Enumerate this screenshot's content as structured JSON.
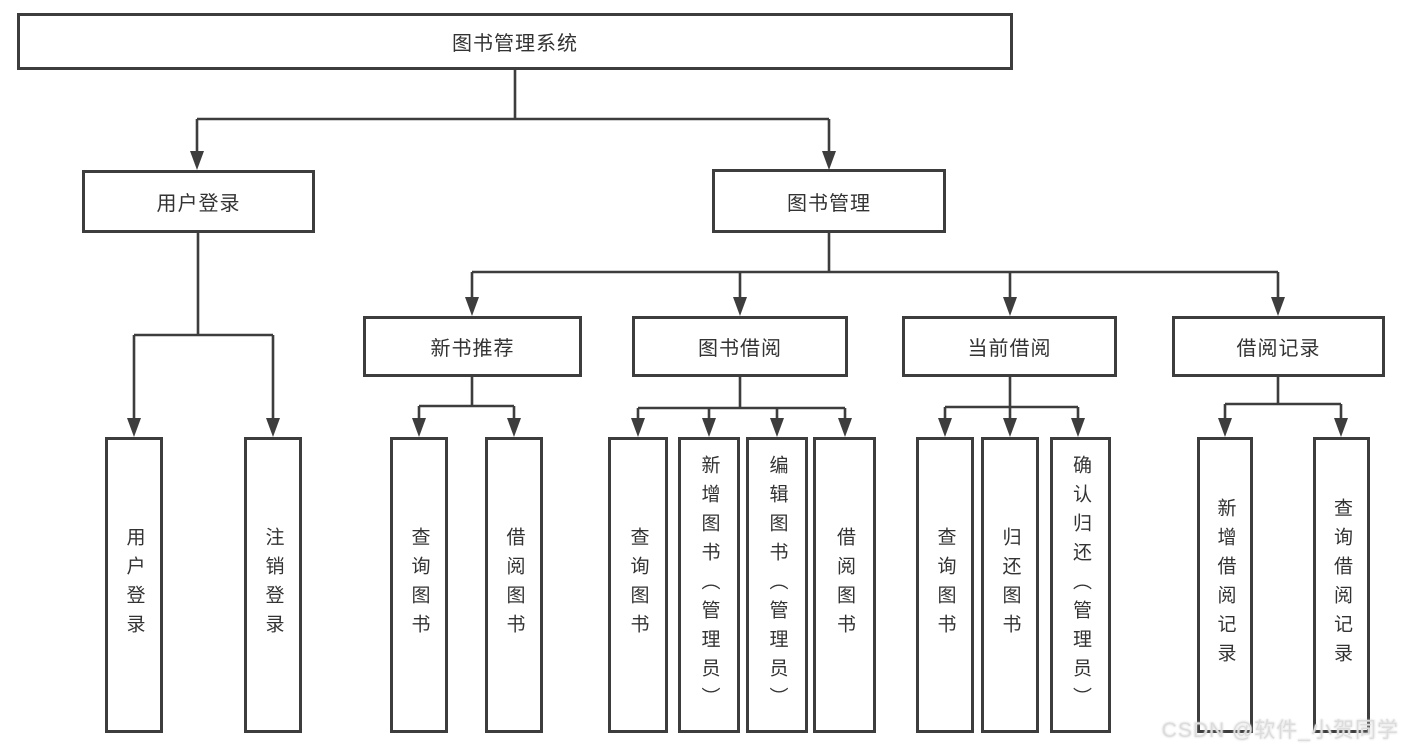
{
  "diagram": {
    "title": "图书管理系统",
    "type": "hierarchy-tree",
    "nodes": [
      {
        "id": "root",
        "label": "图书管理系统"
      },
      {
        "id": "user-login",
        "label": "用户登录"
      },
      {
        "id": "book-management",
        "label": "图书管理"
      },
      {
        "id": "new-book-recommend",
        "label": "新书推荐"
      },
      {
        "id": "book-borrow",
        "label": "图书借阅"
      },
      {
        "id": "current-borrow",
        "label": "当前借阅"
      },
      {
        "id": "borrow-records",
        "label": "借阅记录"
      },
      {
        "id": "leaf-user-login",
        "label": "用户登录"
      },
      {
        "id": "leaf-logout",
        "label": "注销登录"
      },
      {
        "id": "leaf-query-book-1",
        "label": "查询图书"
      },
      {
        "id": "leaf-borrow-book-1",
        "label": "借阅图书"
      },
      {
        "id": "leaf-query-book-2",
        "label": "查询图书"
      },
      {
        "id": "leaf-add-book",
        "label": "新增图书（管理员）"
      },
      {
        "id": "leaf-edit-book",
        "label": "编辑图书（管理员）"
      },
      {
        "id": "leaf-borrow-book-2",
        "label": "借阅图书"
      },
      {
        "id": "leaf-query-book-3",
        "label": "查询图书"
      },
      {
        "id": "leaf-return-book",
        "label": "归还图书"
      },
      {
        "id": "leaf-confirm-return",
        "label": "确认归还（管理员）"
      },
      {
        "id": "leaf-add-borrow-record",
        "label": "新增借阅记录"
      },
      {
        "id": "leaf-query-borrow-record",
        "label": "查询借阅记录"
      }
    ],
    "hierarchy": {
      "图书管理系统": {
        "用户登录": [
          "用户登录",
          "注销登录"
        ],
        "图书管理": {
          "新书推荐": [
            "查询图书",
            "借阅图书"
          ],
          "图书借阅": [
            "查询图书",
            "新增图书（管理员）",
            "编辑图书（管理员）",
            "借阅图书"
          ],
          "当前借阅": [
            "查询图书",
            "归还图书",
            "确认归还（管理员）"
          ],
          "借阅记录": [
            "新增借阅记录",
            "查询借阅记录"
          ]
        }
      }
    }
  },
  "watermark": {
    "text": "CSDN @软件_小贺同学"
  },
  "colors": {
    "line": "#3d3d3d",
    "box_border": "#3d3d3d",
    "box_background": "#ffffff",
    "text": "#333333",
    "page_background": "#ffffff",
    "watermark_text": "#dcdcdc"
  }
}
